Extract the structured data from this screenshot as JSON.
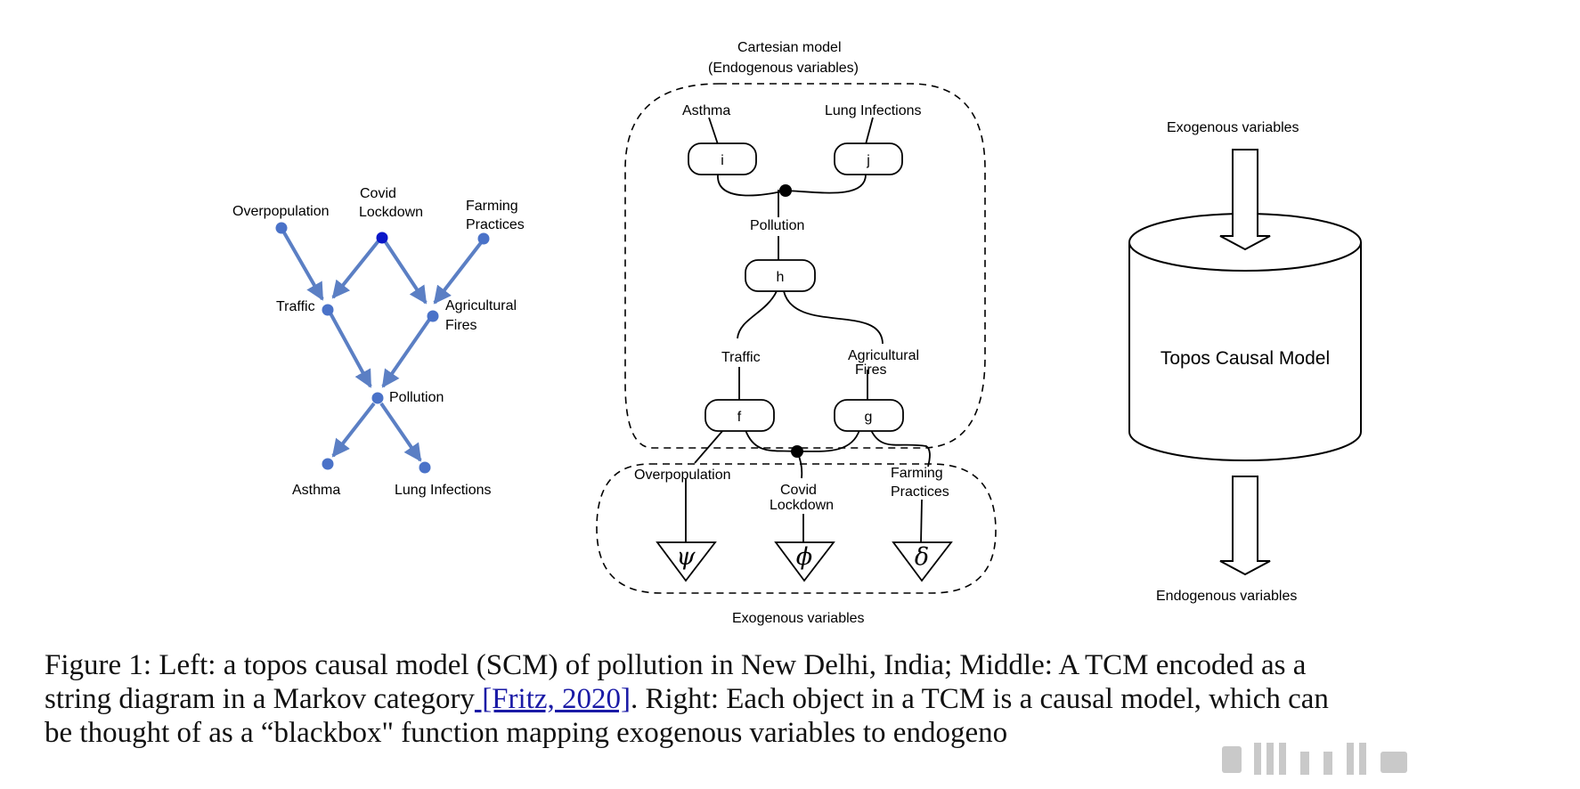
{
  "left_diagram": {
    "nodes": {
      "overpopulation": "Overpopulation",
      "covid_lockdown_line1": "Covid",
      "covid_lockdown_line2": "Lockdown",
      "farming_practices_line1": "Farming",
      "farming_practices_line2": "Practices",
      "traffic": "Traffic",
      "agricultural_fires_line1": "Agricultural",
      "agricultural_fires_line2": "Fires",
      "pollution": "Pollution",
      "asthma": "Asthma",
      "lung_infections": "Lung Infections"
    },
    "colors": {
      "edge": "#5b7fc4",
      "node": "#4a72c8",
      "highlight_node": "#0a17c8"
    }
  },
  "middle_diagram": {
    "title_line1": "Cartesian model",
    "title_line2": "(Endogenous  variables)",
    "boxes": {
      "i": "i",
      "j": "j",
      "h": "h",
      "f": "f",
      "g": "g"
    },
    "wire_labels": {
      "asthma": "Asthma",
      "lung_infections": "Lung Infections",
      "pollution": "Pollution",
      "traffic": "Traffic",
      "agricultural_fires_line1": "Agricultural",
      "agricultural_fires_line2": "Fires",
      "overpopulation": "Overpopulation",
      "covid_lockdown_line1": "Covid",
      "covid_lockdown_line2": "Lockdown",
      "farming_practices_line1": "Farming",
      "farming_practices_line2": "Practices"
    },
    "states": {
      "psi": "ψ",
      "phi": "ϕ",
      "delta": "δ"
    },
    "bottom_label": "Exogenous variables"
  },
  "right_diagram": {
    "top_label": "Exogenous variables",
    "model_label": "Topos Causal Model",
    "bottom_label": "Endogenous variables"
  },
  "caption": {
    "line1": "Figure 1: Left: a topos causal model (SCM) of pollution in New Delhi, India; Middle: A TCM encoded as a",
    "line2_before": "string diagram in a Markov category",
    "line2_cite": " [Fritz, 2020]",
    "line2_after": ". Right: Each object in a TCM is a causal model, which can",
    "line3": "be thought of as a “blackbox\" function mapping exogenous variables to endogeno"
  }
}
